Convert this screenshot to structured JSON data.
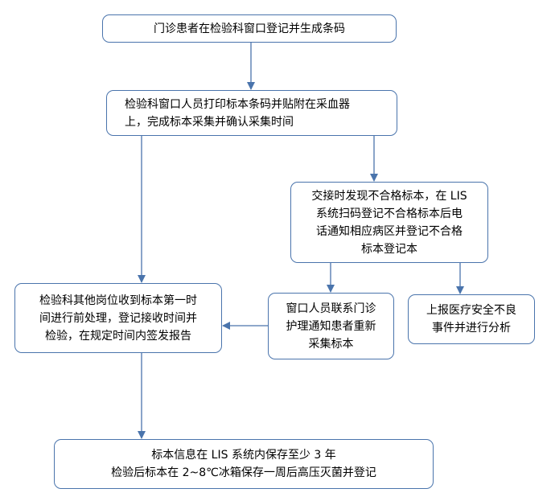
{
  "nodes": [
    {
      "id": "register",
      "text": "门诊患者在检验科窗口登记并生成条码"
    },
    {
      "id": "print_label",
      "text": "检验科窗口人员打印标本条码并贴附在采血器\n上，完成标本采集并确认采集时间"
    },
    {
      "id": "handover_check",
      "text": "交接时发现不合格标本，在 LIS\n系统扫码登记不合格标本后电\n话通知相应病区并登记不合格\n标本登记本"
    },
    {
      "id": "receive_test",
      "text": "检验科其他岗位收到标本第一时\n间进行前处理，登记接收时间并\n检验，在规定时间内签发报告"
    },
    {
      "id": "recollect",
      "text": "窗口人员联系门诊\n护理通知患者重新\n采集标本"
    },
    {
      "id": "report_event",
      "text": "上报医疗安全不良\n事件并进行分析"
    },
    {
      "id": "storage",
      "text": "标本信息在 LIS 系统内保存至少 3 年\n检验后标本在 2~8℃冰箱保存一周后高压灭菌并登记"
    }
  ],
  "edges": [
    {
      "from": "register",
      "to": "print_label"
    },
    {
      "from": "print_label",
      "to": "receive_test"
    },
    {
      "from": "print_label",
      "to": "handover_check"
    },
    {
      "from": "handover_check",
      "to": "recollect"
    },
    {
      "from": "handover_check",
      "to": "report_event"
    },
    {
      "from": "recollect",
      "to": "receive_test"
    },
    {
      "from": "receive_test",
      "to": "storage"
    }
  ],
  "colors": {
    "box_border": "#4a74ac",
    "arrow": "#4a74ac",
    "text": "#000000"
  }
}
